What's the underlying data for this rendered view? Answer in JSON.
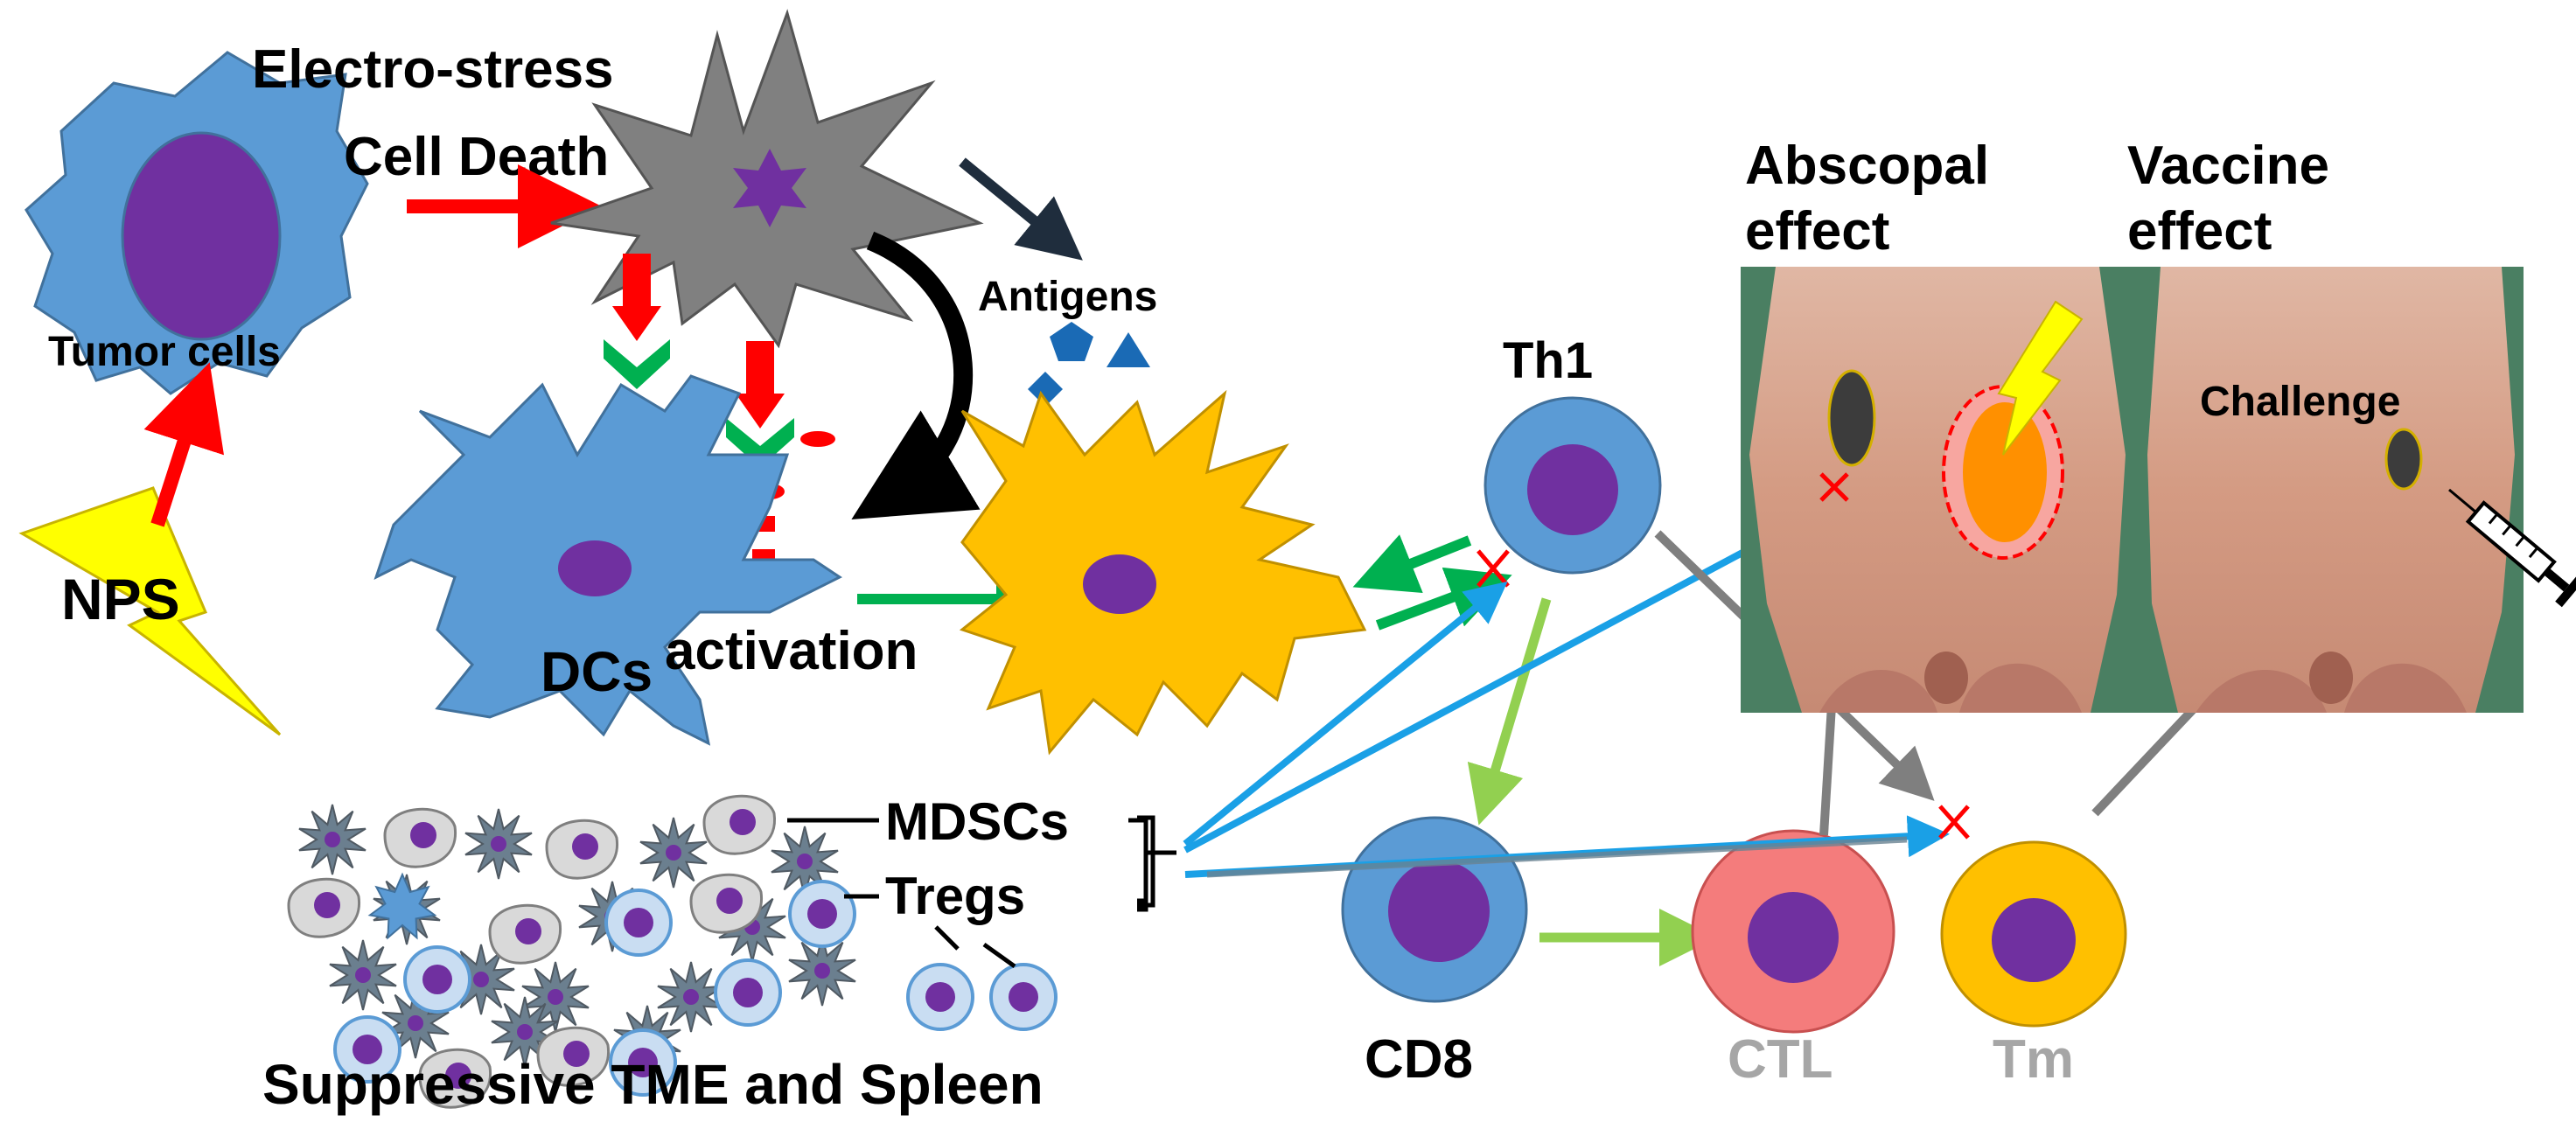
{
  "labels": {
    "electro_stress": "Electro-stress",
    "cell_death": "Cell Death",
    "tumor_cells": "Tumor cells",
    "nps": "NPS",
    "dcs": "DCs",
    "antigens": "Antigens",
    "activation": "activation",
    "th1": "Th1",
    "cd8": "CD8",
    "ctl": "CTL",
    "tm": "Tm",
    "mdscs": "MDSCs",
    "tregs": "Tregs",
    "suppressive": "Suppressive TME and Spleen",
    "abscopal_1": "Abscopal",
    "abscopal_2": "effect",
    "vaccine_1": "Vaccine",
    "vaccine_2": "effect",
    "challenge": "Challenge"
  },
  "colors": {
    "blue_cell": "#5b9bd5",
    "nucleus": "#7030a0",
    "dc_active": "#ffc000",
    "ctl_pink": "#f47c7c",
    "gray": "#7f7f7f",
    "red": "#ff0000",
    "green": "#00b050",
    "light_green": "#92d050",
    "sky_blue": "#1aa0e6",
    "lightning": "#ffff00",
    "muted_text": "#a6a6a6",
    "photo_skin": "#d8a993",
    "photo_bg": "#4a7f62"
  },
  "icons": {
    "nps": "lightning-bolt-icon",
    "syringe": "syringe-icon",
    "inhibition": "red-x-icon"
  }
}
